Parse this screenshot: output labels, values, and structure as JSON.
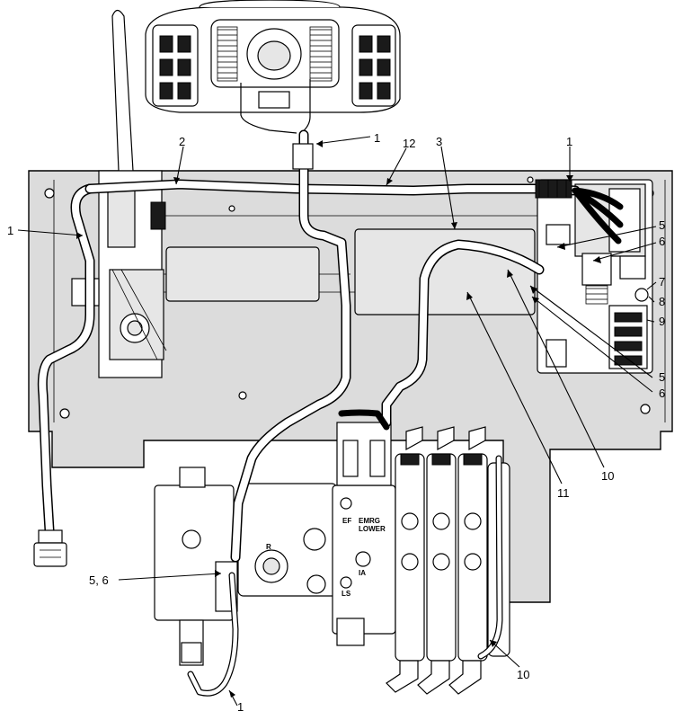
{
  "diagram": {
    "callouts": {
      "c1_joystick": "1",
      "c1_left": "1",
      "c2": "2",
      "c12": "12",
      "c3": "3",
      "c1_right": "1",
      "c5_top": "5",
      "c6_top": "6",
      "c7": "7",
      "c8": "8",
      "c9": "9",
      "c5_mid": "5",
      "c6_mid": "6",
      "c10_mid": "10",
      "c11": "11",
      "c56_left": "5, 6",
      "c10_bottom": "10",
      "c1_bottom": "1"
    },
    "valve_marks": {
      "ef": "EF",
      "emrg_lower_1": "EMRG",
      "emrg_lower_2": "LOWER",
      "ia": "IA",
      "ls": "LS",
      "r": "R"
    },
    "colors": {
      "ink": "#000000",
      "frame_fill": "#dcdcdc",
      "background": "#ffffff"
    }
  }
}
